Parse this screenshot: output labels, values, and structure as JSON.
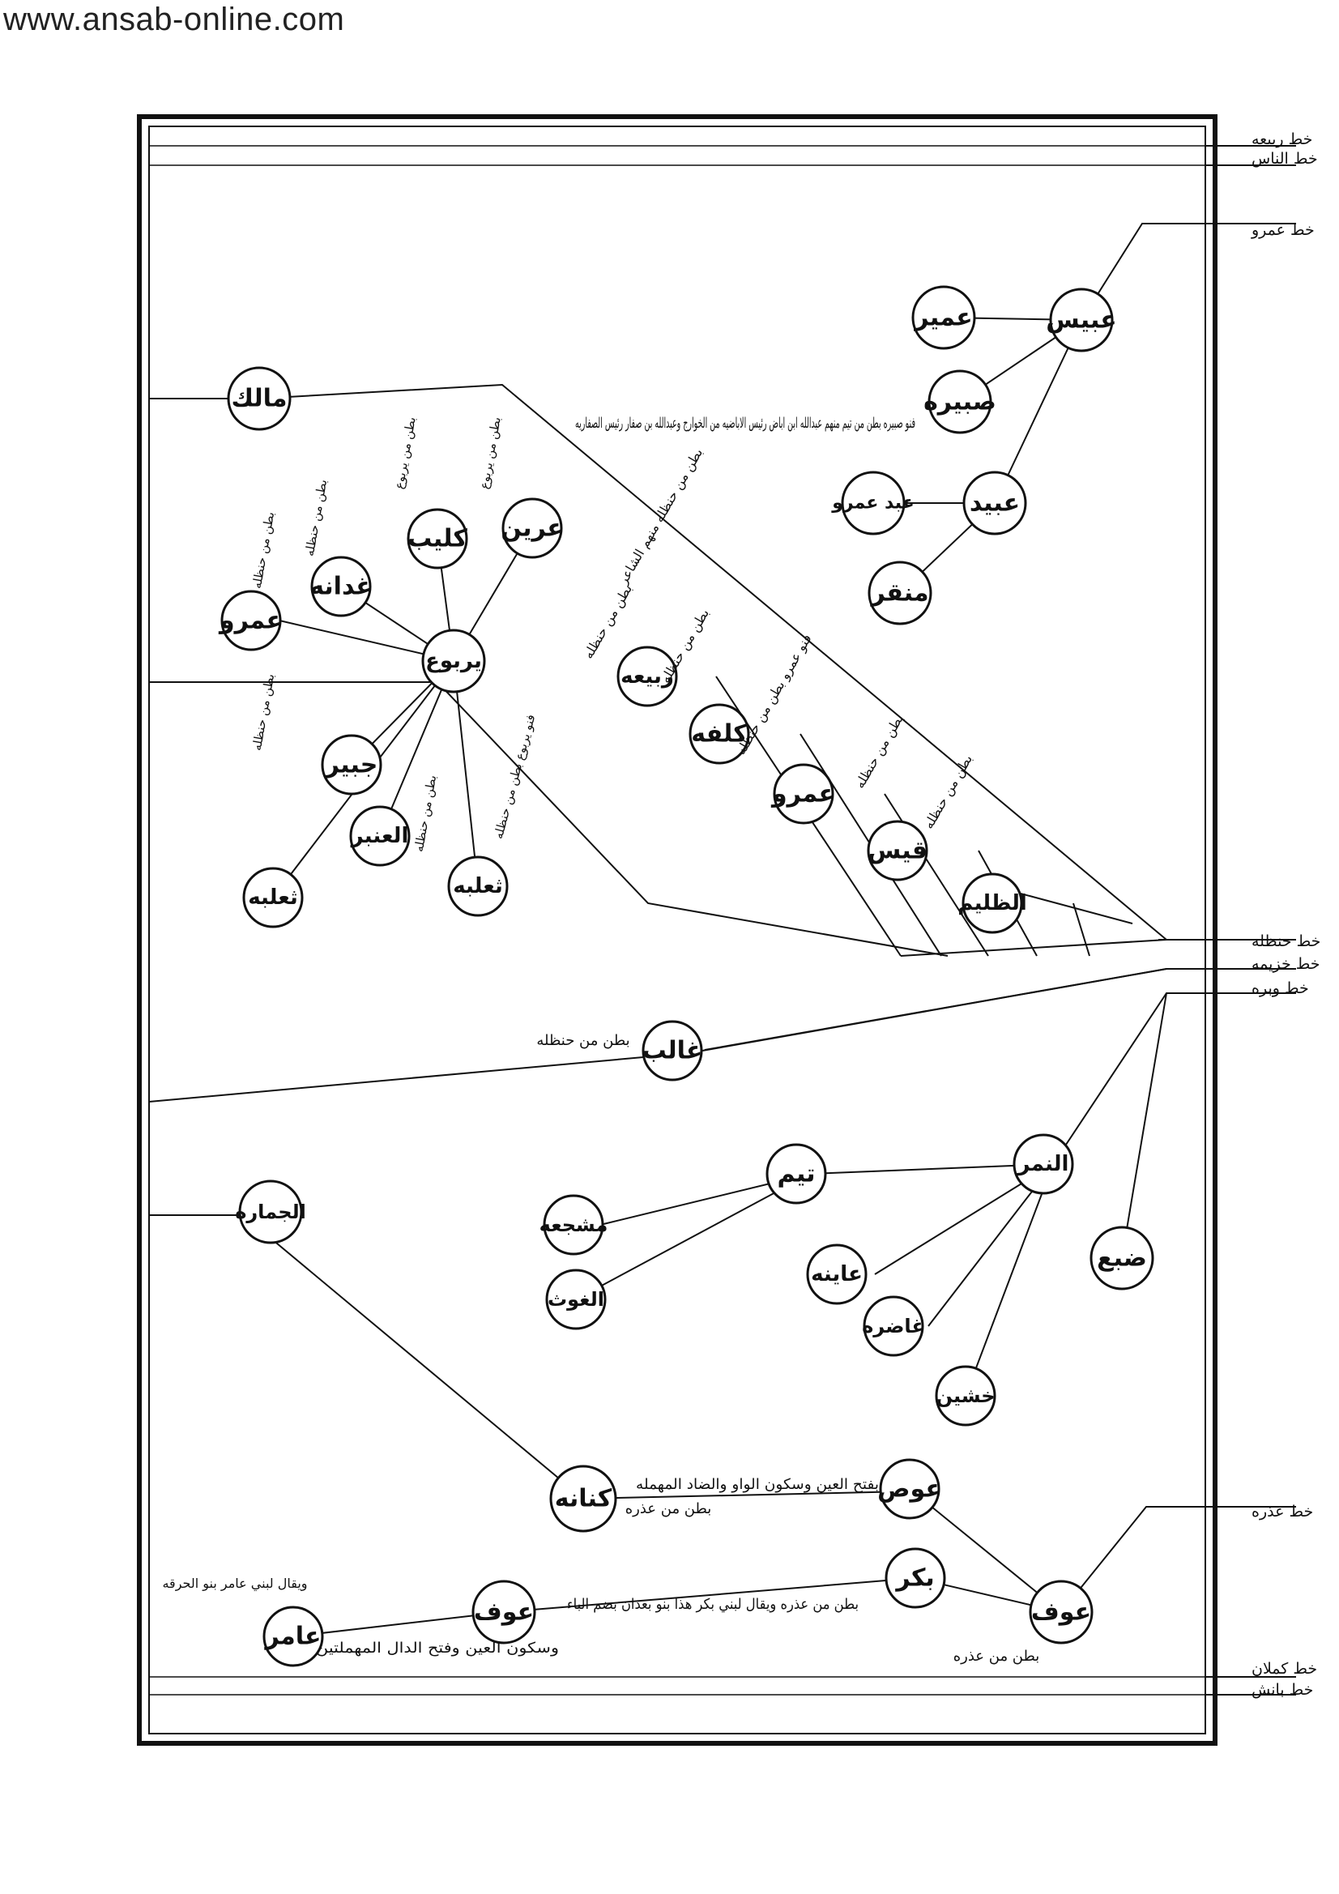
{
  "watermark": "www.ansab-online.com",
  "side_lines": {
    "rabia": "خط ربيعه",
    "nas": "خط الناس",
    "amr": "خط عمرو",
    "hanzala": "خط حنظله",
    "khuzayma": "خط خزيمه",
    "wabra": "خط وبره",
    "udhra": "خط عذره",
    "kalan": "خط كملان",
    "nunash": "خط بانش"
  },
  "nodes": {
    "malik": "مالك",
    "ubaih": "عبيس",
    "umair": "عمير",
    "sabira": "صبيره",
    "ubaid": "عبيد",
    "abd_amr": "عبد عمرو",
    "minqar": "منقر",
    "yarbu": "يربوع",
    "arin": "عرين",
    "kulaib": "كليب",
    "ghudana": "غدانه",
    "amr_a": "عمرو",
    "jubair": "جبير",
    "anbar": "العنبر",
    "thalaba_a": "ثعلبه",
    "thalaba_b": "ثعلبه",
    "rabia": "ربيعه",
    "kulfa": "كلفه",
    "amr_b": "عمرو",
    "qais": "قيس",
    "zulaim": "الظليم",
    "ghalib": "غالب",
    "jimar": "الجماره",
    "mushjia": "مشجعه",
    "taim": "تيم",
    "nimr": "النمر",
    "ghauth": "الغوث",
    "aina": "عاينه",
    "ghadira": "غاضره",
    "khushain": "خشين",
    "dab": "ضبع",
    "kinana": "كنانه",
    "aws": "عوص",
    "bakr": "بكر",
    "awf_a": "عوف",
    "awf_b": "عوف",
    "amir": "عامر"
  },
  "notes": {
    "sabira": "فنو صبيره بطن من تيم منهم عبدالله ابن اباض رئيس الاباضيه من الخوارج وعبدالله بن صفار رئيس الصفاريه",
    "ghalib": "بطن من حنظله",
    "ghalib_group": "بطن من حنظله",
    "kinana": "بطن من عذره",
    "aws": "بفتح العين وسكون الواو والضاد المهمله",
    "bakr": "بطن من عذره ويقال لبني بكر هذا بنو بعدان بضم الباء",
    "awf_a": "بطن من عذره",
    "awf_b": "وسكون العين وفتح الدال المهملتين",
    "amir": "ويقال لبني عامر بنو الحرقه",
    "zulaim": "بطن من حنظله",
    "qais": "بطن من حنظله",
    "amr_b": "فنو عمرو بطن من حنظله",
    "kulfa": "بطن من حنظله",
    "rabia": "بطن من حنظله",
    "malik_diag": "بطن من حنظله منهم الشاعر",
    "arin": "بطن من يربوع",
    "kulaib": "بطن من يربوع",
    "ghudana": "بطن من حنظله",
    "amr_a": "بطن من حنظله",
    "jubair": "بطن من حنظله",
    "thalaba_b": "بطن من حنظله",
    "yarbu": "فنو يربوع بطن من حنظله"
  }
}
